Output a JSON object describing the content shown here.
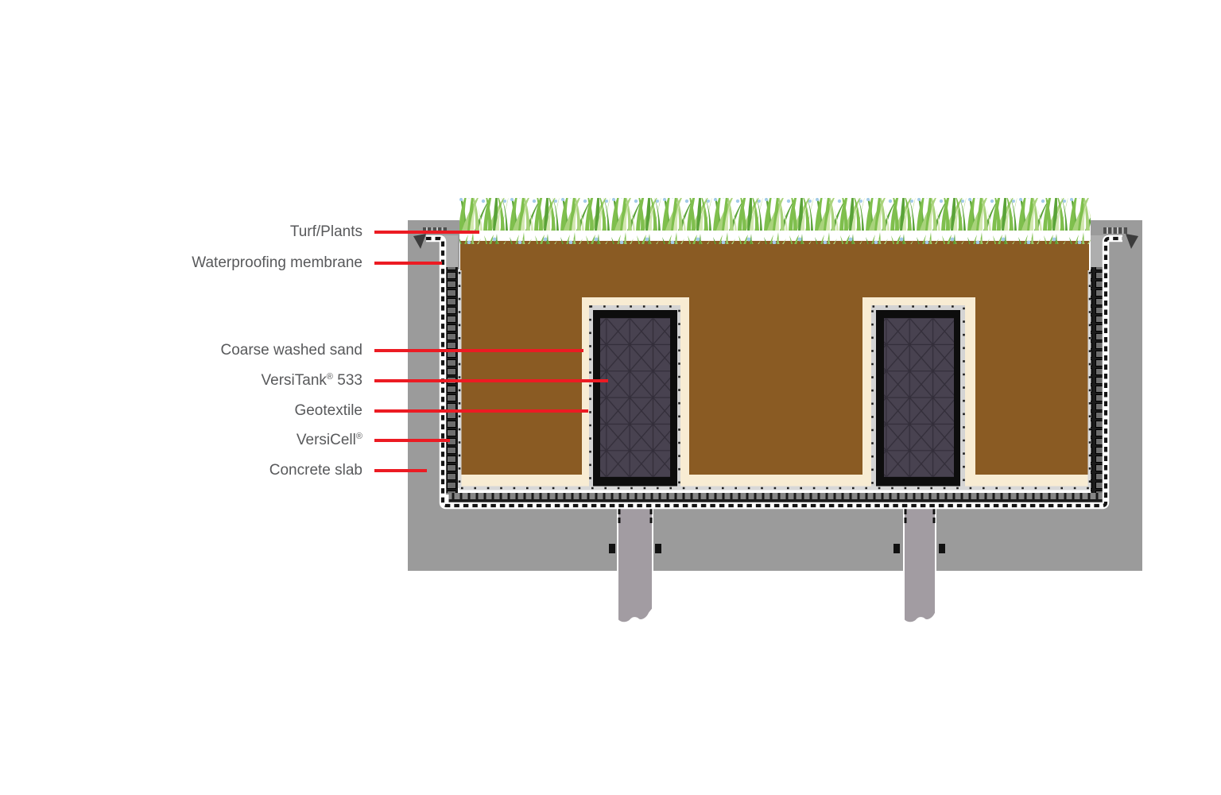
{
  "diagram": {
    "type": "construction-cross-section",
    "subject": "Planter / green roof build-up with VersiTank and VersiCell drainage modules on a concrete slab",
    "labels": [
      {
        "id": "turf-plants",
        "name": "Turf/Plants",
        "reg": "",
        "suffix": ""
      },
      {
        "id": "waterproofing-membrane",
        "name": "Waterproofing membrane",
        "reg": "",
        "suffix": ""
      },
      {
        "id": "coarse-washed-sand",
        "name": "Coarse washed sand",
        "reg": "",
        "suffix": ""
      },
      {
        "id": "versitank-533",
        "name": "VersiTank",
        "reg": "®",
        "suffix": "  533"
      },
      {
        "id": "geotextile",
        "name": "Geotextile",
        "reg": "",
        "suffix": ""
      },
      {
        "id": "versicell",
        "name": "VersiCell",
        "reg": "®",
        "suffix": ""
      },
      {
        "id": "concrete-slab",
        "name": "Concrete slab",
        "reg": "",
        "suffix": ""
      }
    ]
  },
  "colors": {
    "accent-red": "#ec1b23",
    "label-text": "#58595b",
    "concrete": "#9b9b9b",
    "concrete-light": "#aeaeae",
    "column": "#a29ca2",
    "soil": "#8a5b23",
    "sand": "#f8ecd3",
    "tank-frame": "#0d0d0d",
    "tank-fill": "#484250",
    "tank-line": "#332e3a",
    "cell-dark": "#1b1b1b",
    "cell-gray": "#6e6e6e",
    "cell-bar": "#868686",
    "geotex-gray": "#d8d8d8",
    "geotex-dot": "#1d1d1d",
    "membrane-black": "#141414",
    "flashing-dark": "#4f4f4f",
    "grass-dark": "#5aa338",
    "grass-mid": "#7fbf4d",
    "grass-light": "#a9d37c",
    "grass-pale": "#d2e7b0",
    "flower-blue": "#a3cbe9"
  }
}
